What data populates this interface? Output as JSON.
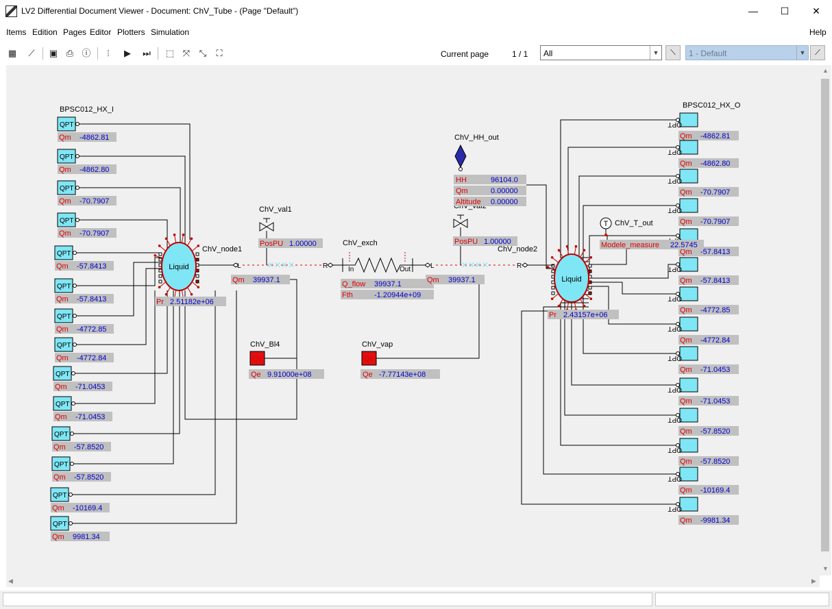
{
  "window": {
    "title": "LV2 Differential Document Viewer - Document: ChV_Tube - (Page \"Default\")",
    "minimize": "—",
    "maximize": "☐",
    "close": "✕"
  },
  "menu": [
    "Items",
    "Edition",
    "Pages",
    "Editor",
    "Plotters",
    "Simulation"
  ],
  "help_label": "Help",
  "toolbar": {
    "icons": [
      "table-icon",
      "chart-icon",
      "save-icon",
      "print-icon",
      "info-icon",
      "step-icon",
      "play-icon",
      "fast-forward-icon",
      "select-icon",
      "zoom-fit-icon",
      "zoom-in-icon",
      "zoom-frame-icon"
    ],
    "current_page_label": "Current page",
    "page_count": "1 / 1",
    "filter_value": "All",
    "page_value": "1 - Default"
  },
  "diagram": {
    "left_group_label": "BPSC012_HX_I",
    "right_group_label": "BPSC012_HX_O",
    "qpt_text": "QPT",
    "left_qpts": [
      {
        "key": "Qm",
        "value": "-4862.81"
      },
      {
        "key": "Qm",
        "value": "-4862.80"
      },
      {
        "key": "Qm",
        "value": "-70.7907"
      },
      {
        "key": "Qm",
        "value": "-70.7907"
      },
      {
        "key": "Qm",
        "value": "-57.8413"
      },
      {
        "key": "Qm",
        "value": "-57.8413"
      },
      {
        "key": "Qm",
        "value": "-4772.85"
      },
      {
        "key": "Qm",
        "value": "-4772.84"
      },
      {
        "key": "Qm",
        "value": "-71.0453"
      },
      {
        "key": "Qm",
        "value": "-71.0453"
      },
      {
        "key": "Qm",
        "value": "-57.8520"
      },
      {
        "key": "Qm",
        "value": "-57.8520"
      },
      {
        "key": "Qm",
        "value": "-10169.4"
      },
      {
        "key": "Qm",
        "value": "9981.34"
      }
    ],
    "right_qpts": [
      {
        "key": "Qm",
        "value": "-4862.81"
      },
      {
        "key": "Qm",
        "value": "-4862.80"
      },
      {
        "key": "Qm",
        "value": "-70.7907"
      },
      {
        "key": "Qm",
        "value": "-70.7907"
      },
      {
        "key": "Qm",
        "value": "-57.8413"
      },
      {
        "key": "Qm",
        "value": "-57.8413"
      },
      {
        "key": "Qm",
        "value": "-4772.85"
      },
      {
        "key": "Qm",
        "value": "-4772.84"
      },
      {
        "key": "Qm",
        "value": "-71.0453"
      },
      {
        "key": "Qm",
        "value": "-71.0453"
      },
      {
        "key": "Qm",
        "value": "-57.8520"
      },
      {
        "key": "Qm",
        "value": "-57.8520"
      },
      {
        "key": "Qm",
        "value": "-10169.4"
      },
      {
        "key": "Qm",
        "value": "-9981.34"
      }
    ],
    "node1": {
      "name": "ChV_node1",
      "fluid": "Liquid",
      "pr_key": "Pr",
      "pr_value": "2.51182e+06",
      "qm_key": "Qm",
      "qm_value": "39937.1"
    },
    "node2": {
      "name": "ChV_node2",
      "fluid": "Liquid",
      "pr_key": "Pr",
      "pr_value": "2.43157e+06",
      "qm_key": "Qm",
      "qm_value": "39937.1"
    },
    "val1": {
      "name": "ChV_val1",
      "key": "PosPU",
      "value": "1.00000"
    },
    "val2": {
      "name": "ChV_val2",
      "key": "PosPU",
      "value": "1.00000"
    },
    "exch": {
      "name": "ChV_exch",
      "in_label": "In",
      "out_label": "Out",
      "qflow_key": "Q_flow",
      "qflow_value": "39937.1",
      "fth_key": "Fth",
      "fth_value": "-1.20944e+09"
    },
    "hh_out": {
      "name": "ChV_HH_out",
      "hh_key": "HH",
      "hh_value": "96104.0",
      "qm_key": "Qm",
      "qm_value": "0.00000",
      "alt_key": "Altitude",
      "alt_value": "0.00000"
    },
    "t_out": {
      "name": "ChV_T_out",
      "symbol": "T",
      "key": "Modele_measure",
      "value": "22.5745"
    },
    "bl4": {
      "name": "ChV_Bl4",
      "key": "Qe",
      "value": "9.91000e+08",
      "box_text": "Qe"
    },
    "vap": {
      "name": "ChV_vap",
      "key": "Qe",
      "value": "-7.77143e+08",
      "box_text": "Qe"
    },
    "pipe_left": "L",
    "pipe_right": "R"
  }
}
